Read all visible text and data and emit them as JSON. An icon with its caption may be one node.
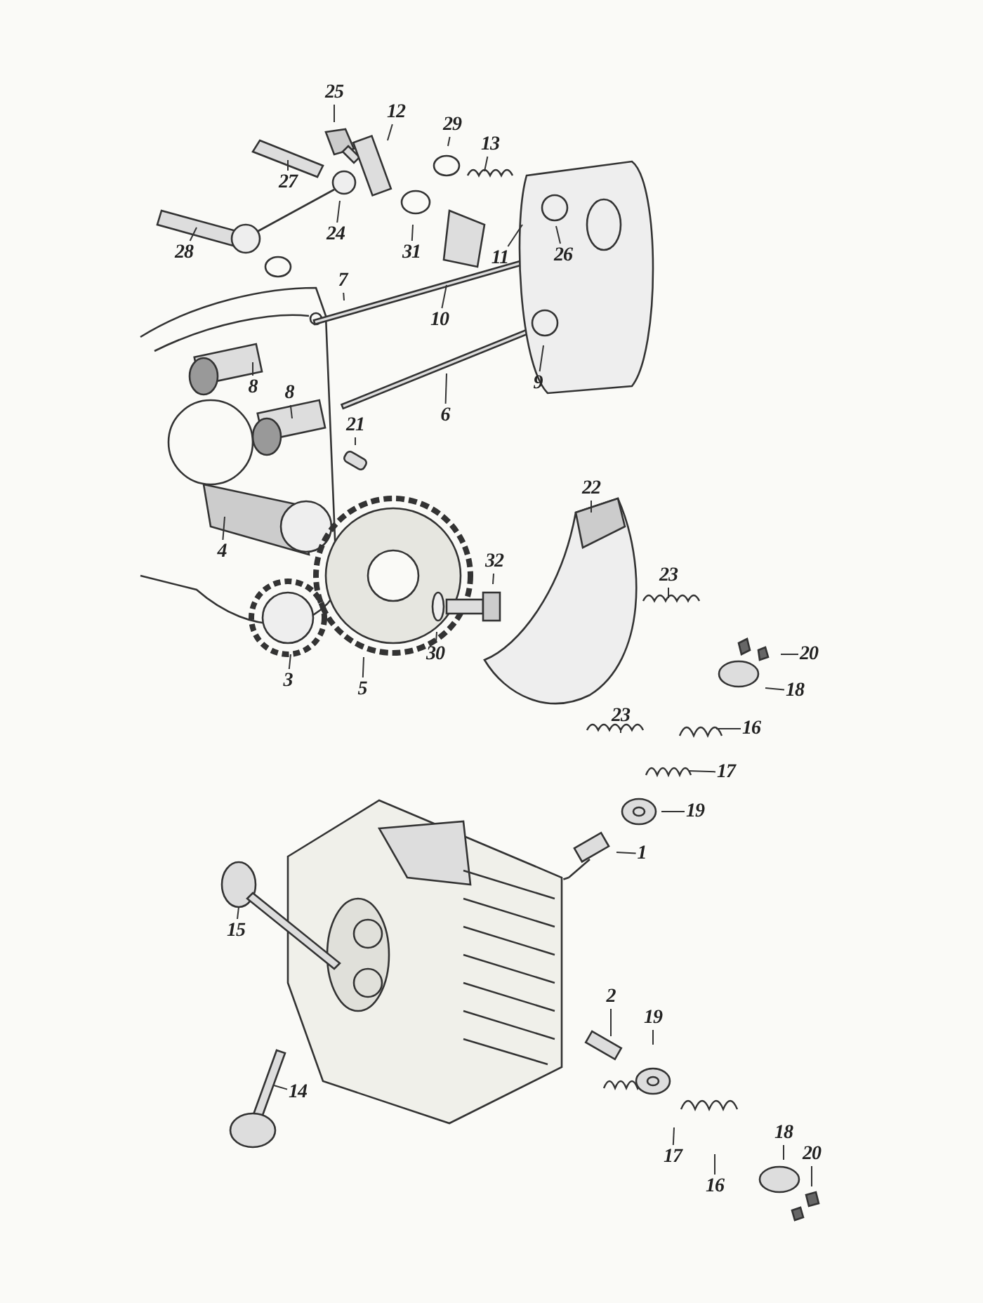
{
  "diagram": {
    "nodes": [
      {
        "text": [
          "25"
        ]
      },
      {
        "text": [
          "12"
        ]
      },
      {
        "text": [
          "29"
        ]
      },
      {
        "text": [
          "13"
        ]
      },
      {
        "text": [
          "27"
        ]
      },
      {
        "text": [
          "24"
        ]
      },
      {
        "text": [
          "28"
        ]
      },
      {
        "text": [
          "31"
        ]
      },
      {
        "text": [
          "11"
        ]
      },
      {
        "text": [
          "26"
        ]
      },
      {
        "text": [
          "7"
        ]
      },
      {
        "text": [
          "10"
        ]
      },
      {
        "text": [
          "9"
        ]
      },
      {
        "text": [
          "8"
        ]
      },
      {
        "text": [
          "8"
        ]
      },
      {
        "text": [
          "6"
        ]
      },
      {
        "text": [
          "21"
        ]
      },
      {
        "text": [
          "22"
        ]
      },
      {
        "text": [
          "4"
        ]
      },
      {
        "text": [
          "32"
        ]
      },
      {
        "text": [
          "23"
        ]
      },
      {
        "text": [
          "20"
        ]
      },
      {
        "text": [
          "18"
        ]
      },
      {
        "text": [
          "3"
        ]
      },
      {
        "text": [
          "5"
        ]
      },
      {
        "text": [
          "30"
        ]
      },
      {
        "text": [
          "23"
        ]
      },
      {
        "text": [
          "16"
        ]
      },
      {
        "text": [
          "17"
        ]
      },
      {
        "text": [
          "19"
        ]
      },
      {
        "text": [
          "1"
        ]
      },
      {
        "text": [
          "15"
        ]
      },
      {
        "text": [
          "2"
        ]
      },
      {
        "text": [
          "19"
        ]
      },
      {
        "text": [
          "14"
        ]
      },
      {
        "text": [
          "17"
        ]
      },
      {
        "text": [
          "16"
        ]
      },
      {
        "text": [
          "18"
        ]
      },
      {
        "text": [
          "20"
        ]
      }
    ],
    "edges": [
      {
        "from": 0,
        "to": null,
        "arrow": "none"
      },
      {
        "from": 1,
        "to": null,
        "arrow": "none"
      },
      {
        "from": 2,
        "to": null,
        "arrow": "none"
      },
      {
        "from": 3,
        "to": null,
        "arrow": "none"
      },
      {
        "from": 4,
        "to": null,
        "arrow": "none"
      },
      {
        "from": 5,
        "to": null,
        "arrow": "none"
      },
      {
        "from": 6,
        "to": null,
        "arrow": "none"
      },
      {
        "from": 7,
        "to": null,
        "arrow": "none"
      },
      {
        "from": 8,
        "to": null,
        "arrow": "none"
      },
      {
        "from": 9,
        "to": null,
        "arrow": "none"
      },
      {
        "from": 10,
        "to": null,
        "arrow": "none"
      },
      {
        "from": 11,
        "to": null,
        "arrow": "none"
      },
      {
        "from": 12,
        "to": null,
        "arrow": "none"
      },
      {
        "from": 13,
        "to": null,
        "arrow": "none"
      },
      {
        "from": 14,
        "to": null,
        "arrow": "none"
      },
      {
        "from": 15,
        "to": null,
        "arrow": "none"
      },
      {
        "from": 16,
        "to": null,
        "arrow": "none"
      },
      {
        "from": 17,
        "to": null,
        "arrow": "none"
      },
      {
        "from": 18,
        "to": null,
        "arrow": "none"
      },
      {
        "from": 19,
        "to": null,
        "arrow": "none"
      },
      {
        "from": 20,
        "to": null,
        "arrow": "none"
      },
      {
        "from": 21,
        "to": null,
        "arrow": "none"
      },
      {
        "from": 22,
        "to": null,
        "arrow": "none"
      },
      {
        "from": 23,
        "to": null,
        "arrow": "none"
      },
      {
        "from": 24,
        "to": null,
        "arrow": "none"
      },
      {
        "from": 25,
        "to": null,
        "arrow": "none"
      },
      {
        "from": 26,
        "to": null,
        "arrow": "none"
      },
      {
        "from": 27,
        "to": null,
        "arrow": "none"
      },
      {
        "from": 28,
        "to": null,
        "arrow": "none"
      },
      {
        "from": 29,
        "to": null,
        "arrow": "none"
      },
      {
        "from": 30,
        "to": null,
        "arrow": "none"
      },
      {
        "from": 31,
        "to": null,
        "arrow": "none"
      },
      {
        "from": 32,
        "to": null,
        "arrow": "none"
      },
      {
        "from": 33,
        "to": null,
        "arrow": "none"
      },
      {
        "from": 34,
        "to": null,
        "arrow": "none"
      },
      {
        "from": 35,
        "to": null,
        "arrow": "none"
      },
      {
        "from": 36,
        "to": null,
        "arrow": "none"
      },
      {
        "from": 37,
        "to": null,
        "arrow": "none"
      },
      {
        "from": 38,
        "to": null,
        "arrow": "none"
      }
    ]
  }
}
